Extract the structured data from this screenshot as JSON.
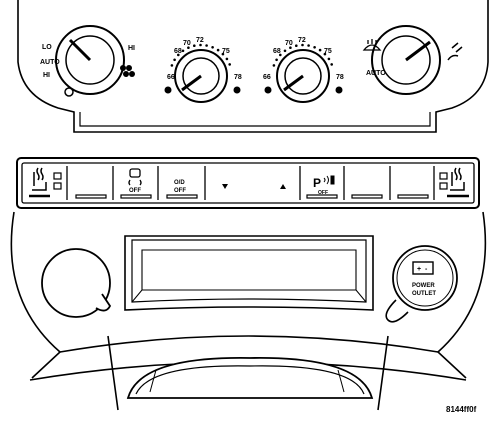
{
  "climate": {
    "fan": {
      "lo": "LO",
      "auto": "AUTO",
      "hi_left": "HI",
      "hi_right": "HI"
    },
    "left_temp": {
      "scale": [
        "66",
        "68",
        "70",
        "72",
        "75",
        "78"
      ]
    },
    "right_temp": {
      "scale": [
        "66",
        "68",
        "70",
        "72",
        "75",
        "78"
      ]
    },
    "mode": {
      "auto": "AUTO"
    }
  },
  "switch_bank": {
    "esc_off": "OFF",
    "od_top": "O/D",
    "od_off": "OFF",
    "park_letter": "P",
    "park_off": "OFF"
  },
  "console": {
    "power_outlet_line1": "POWER",
    "power_outlet_line2": "OUTLET"
  },
  "figure_id": "8144ff0f",
  "colors": {
    "line": "#000000",
    "background": "#ffffff"
  }
}
